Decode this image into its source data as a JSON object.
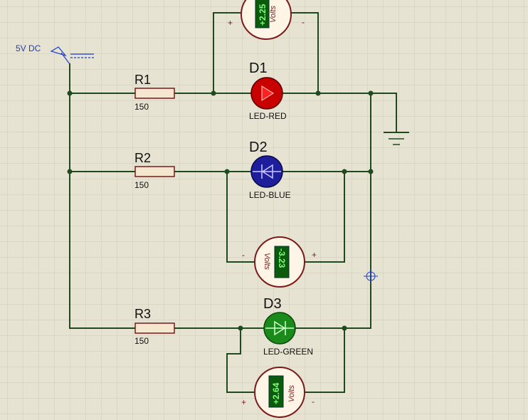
{
  "power": {
    "label": "5V DC"
  },
  "resistors": [
    {
      "ref": "R1",
      "value": "150"
    },
    {
      "ref": "R2",
      "value": "150"
    },
    {
      "ref": "R3",
      "value": "150"
    }
  ],
  "leds": [
    {
      "ref": "D1",
      "type": "LED-RED",
      "color": "#c80000"
    },
    {
      "ref": "D2",
      "type": "LED-BLUE",
      "color": "#1e1e9c"
    },
    {
      "ref": "D3",
      "type": "LED-GREEN",
      "color": "#1a8a1a"
    }
  ],
  "voltmeters": [
    {
      "reading": "+2.25",
      "unit": "Volts",
      "plus": "+",
      "minus": "-"
    },
    {
      "reading": "-3.23",
      "unit": "Volts",
      "plus": "+",
      "minus": "-"
    },
    {
      "reading": "+2.64",
      "unit": "Volts",
      "plus": "+",
      "minus": "-"
    }
  ],
  "colors": {
    "wire": "#1e4a1e",
    "background": "#e6e3d2",
    "grid": "#cfcbb7",
    "resistor_body": "#f5e6cf",
    "meter_face": "#fff5e6",
    "meter_border": "#7a1a1a",
    "meter_display": "#0c5a0c",
    "meter_text": "#7dff7d",
    "power_blue": "#1e3cc8"
  }
}
